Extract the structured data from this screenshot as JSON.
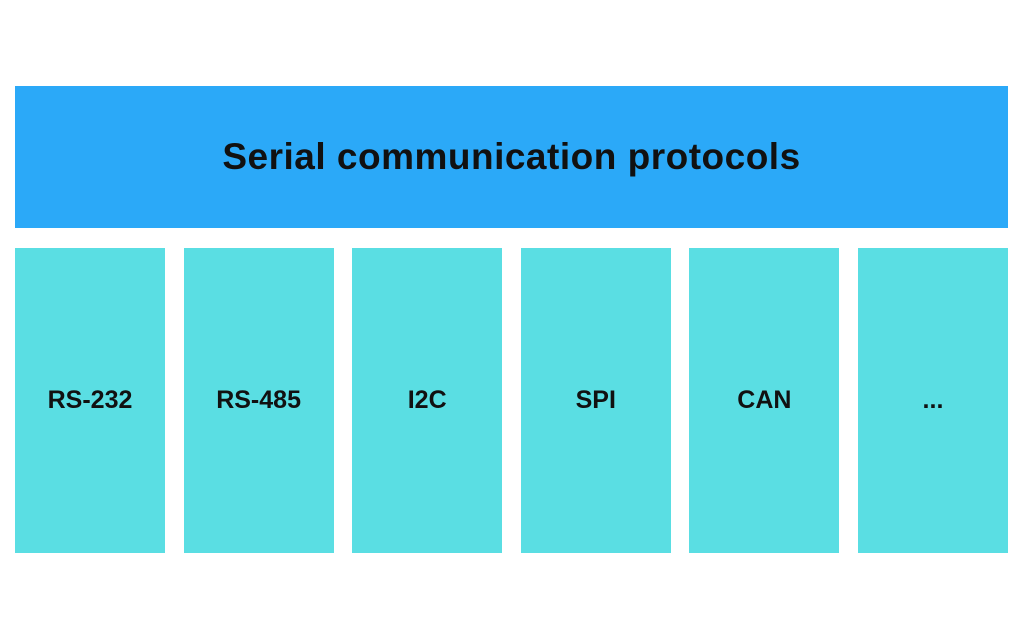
{
  "header": {
    "title": "Serial communication protocols"
  },
  "protocols": [
    {
      "label": "RS-232"
    },
    {
      "label": "RS-485"
    },
    {
      "label": "I2C"
    },
    {
      "label": "SPI"
    },
    {
      "label": "CAN"
    },
    {
      "label": "..."
    }
  ],
  "colors": {
    "header_bg": "#2BA9F8",
    "column_bg": "#5ADEE3",
    "text": "#111111",
    "background": "#FFFFFF"
  }
}
